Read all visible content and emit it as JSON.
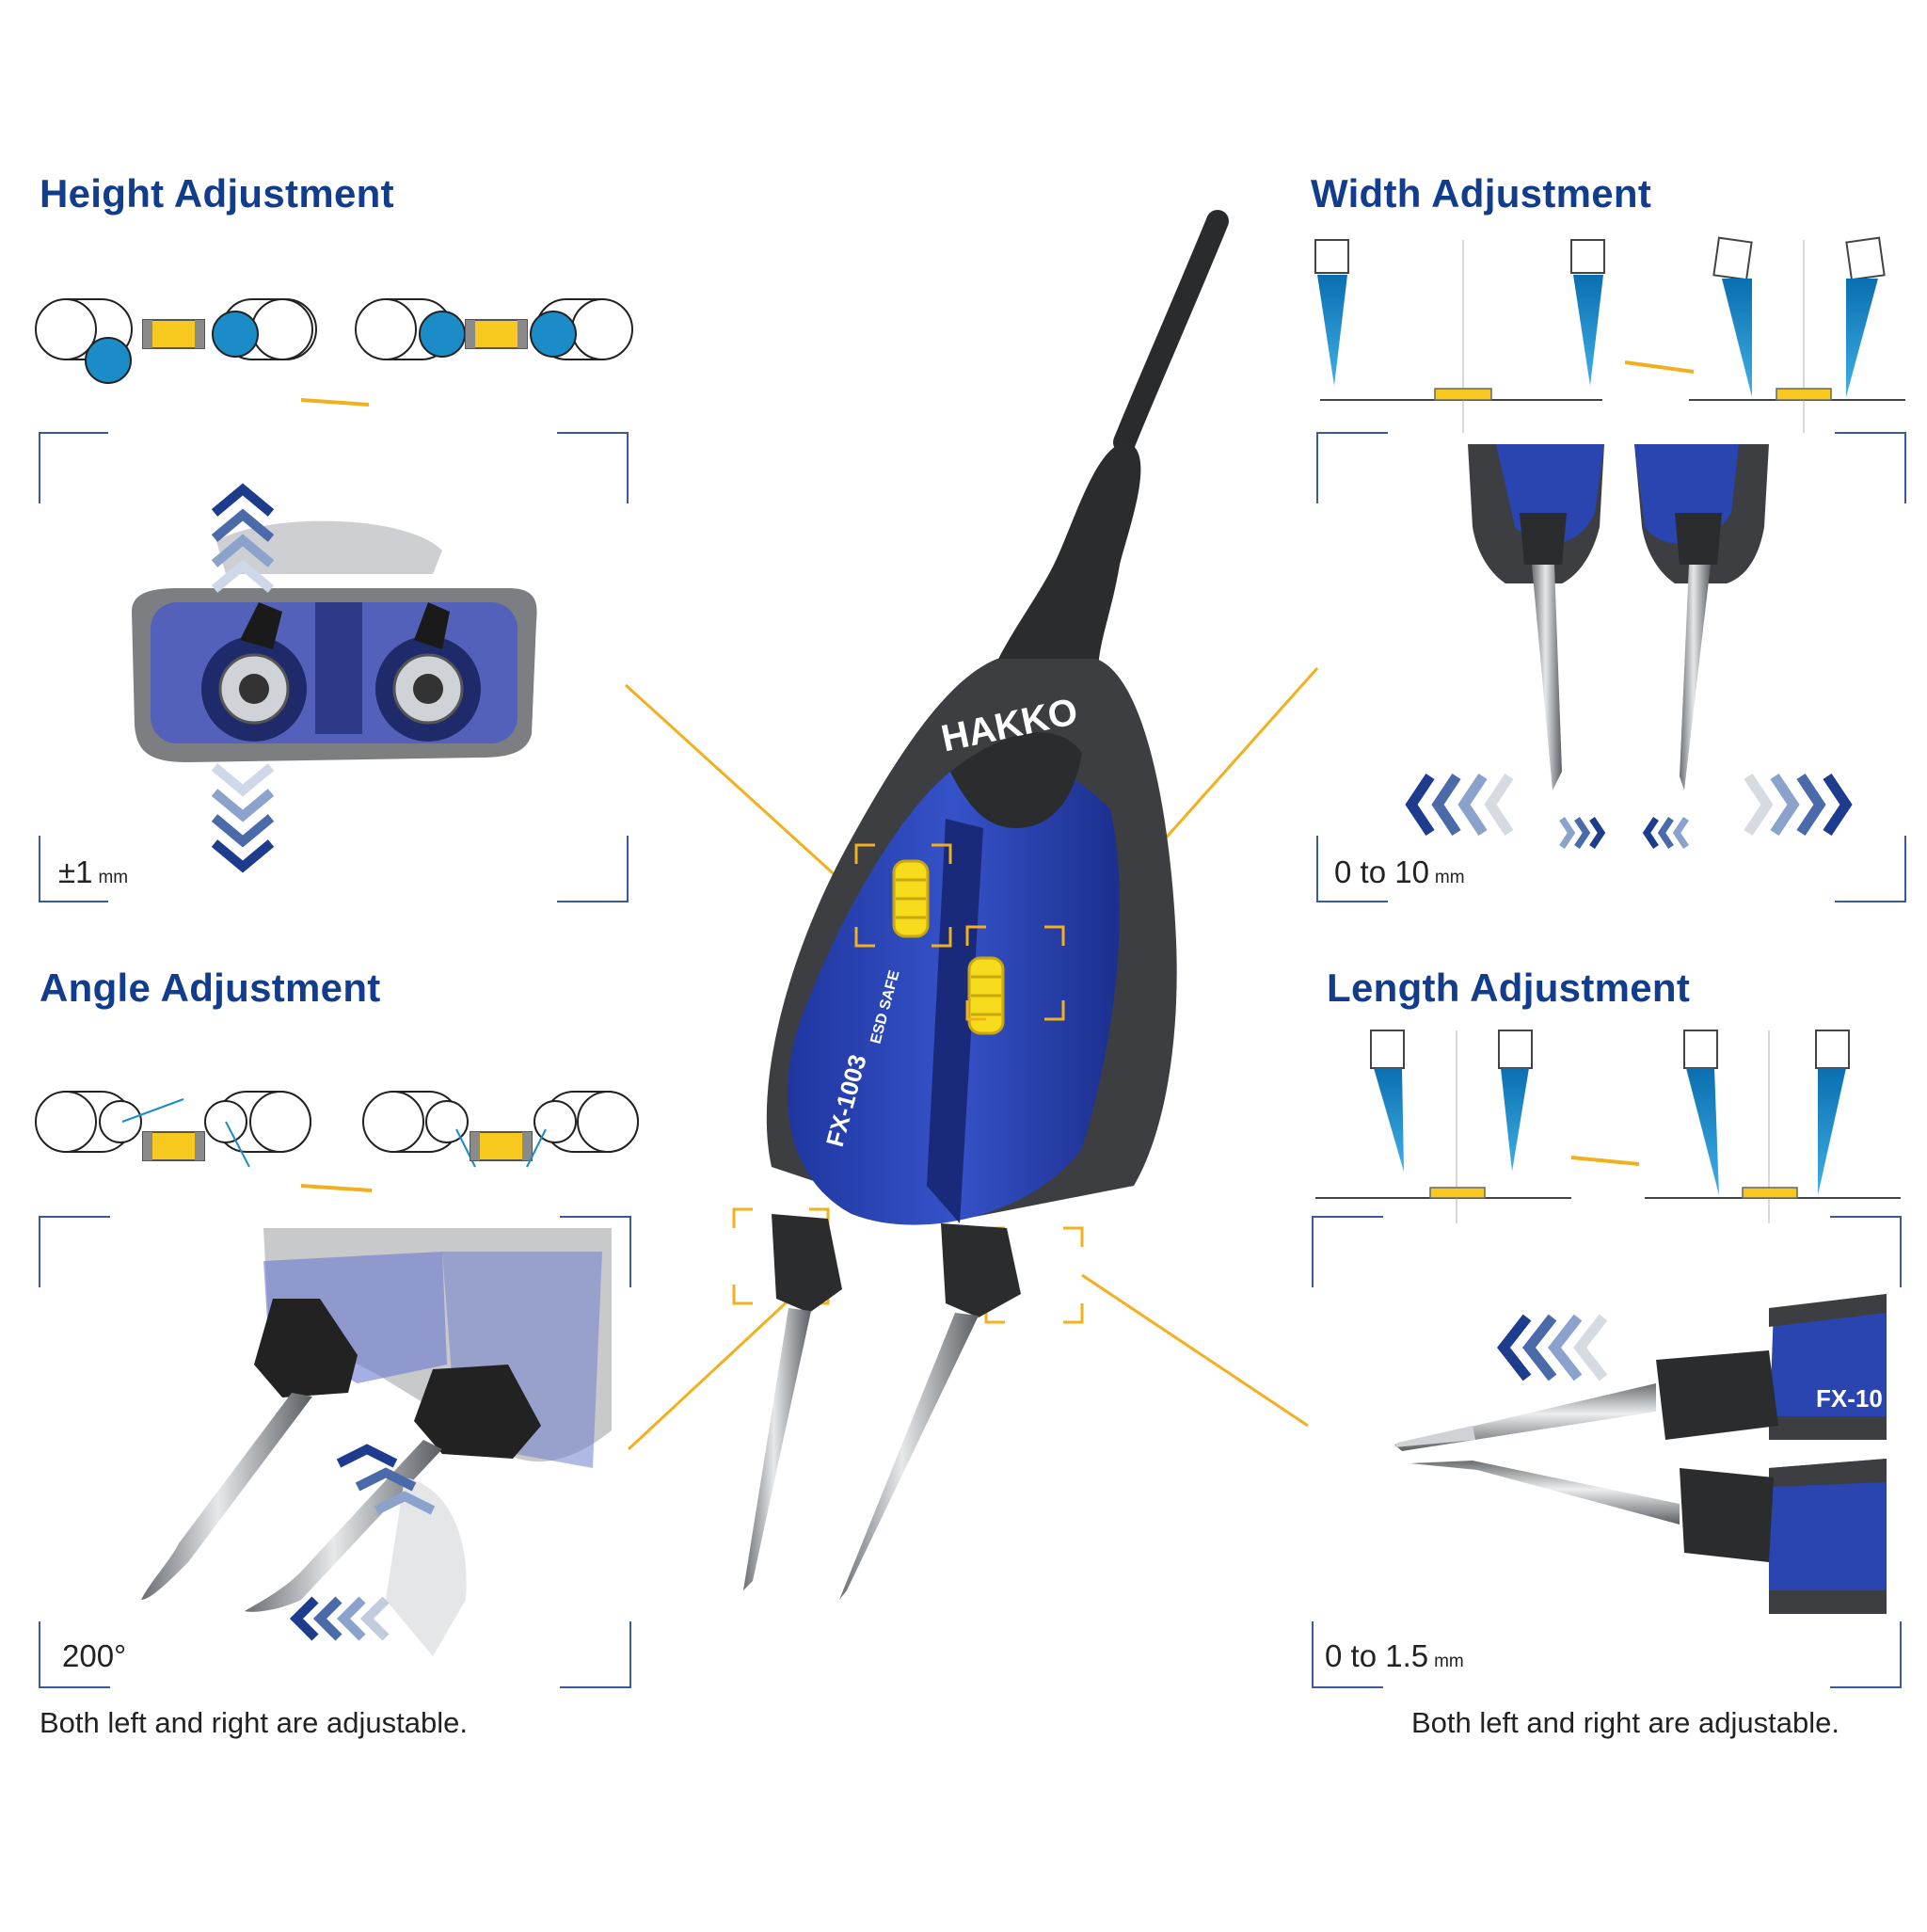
{
  "brand": {
    "logo": "HAKKO",
    "model": "FX-1003",
    "badge": "ESD SAFE",
    "colors": {
      "blue": "#2a44b0",
      "navy": "#123c8c",
      "yellow": "#f7c81e",
      "tip_blue": "#1b8cc8",
      "callout": "#f2b01e",
      "grey": "#55585c",
      "black": "#2b2c2e"
    }
  },
  "panels": {
    "height": {
      "title": "Height Adjustment",
      "range_value": "±1",
      "range_unit": "mm"
    },
    "width": {
      "title": "Width Adjustment",
      "range_value": "0 to 10",
      "range_unit": "mm"
    },
    "angle": {
      "title": "Angle Adjustment",
      "range_value": "200°",
      "note": "Both left and right are adjustable."
    },
    "length": {
      "title": "Length Adjustment",
      "range_value": "0 to 1.5",
      "range_unit": "mm",
      "note": "Both left and right are adjustable.",
      "handle_label": "FX-10"
    }
  },
  "icons": [
    "chevron-up-icon",
    "chevron-down-icon",
    "chevron-left-icon",
    "chevron-right-icon",
    "arrow-right-icon",
    "focus-bracket-icon"
  ]
}
